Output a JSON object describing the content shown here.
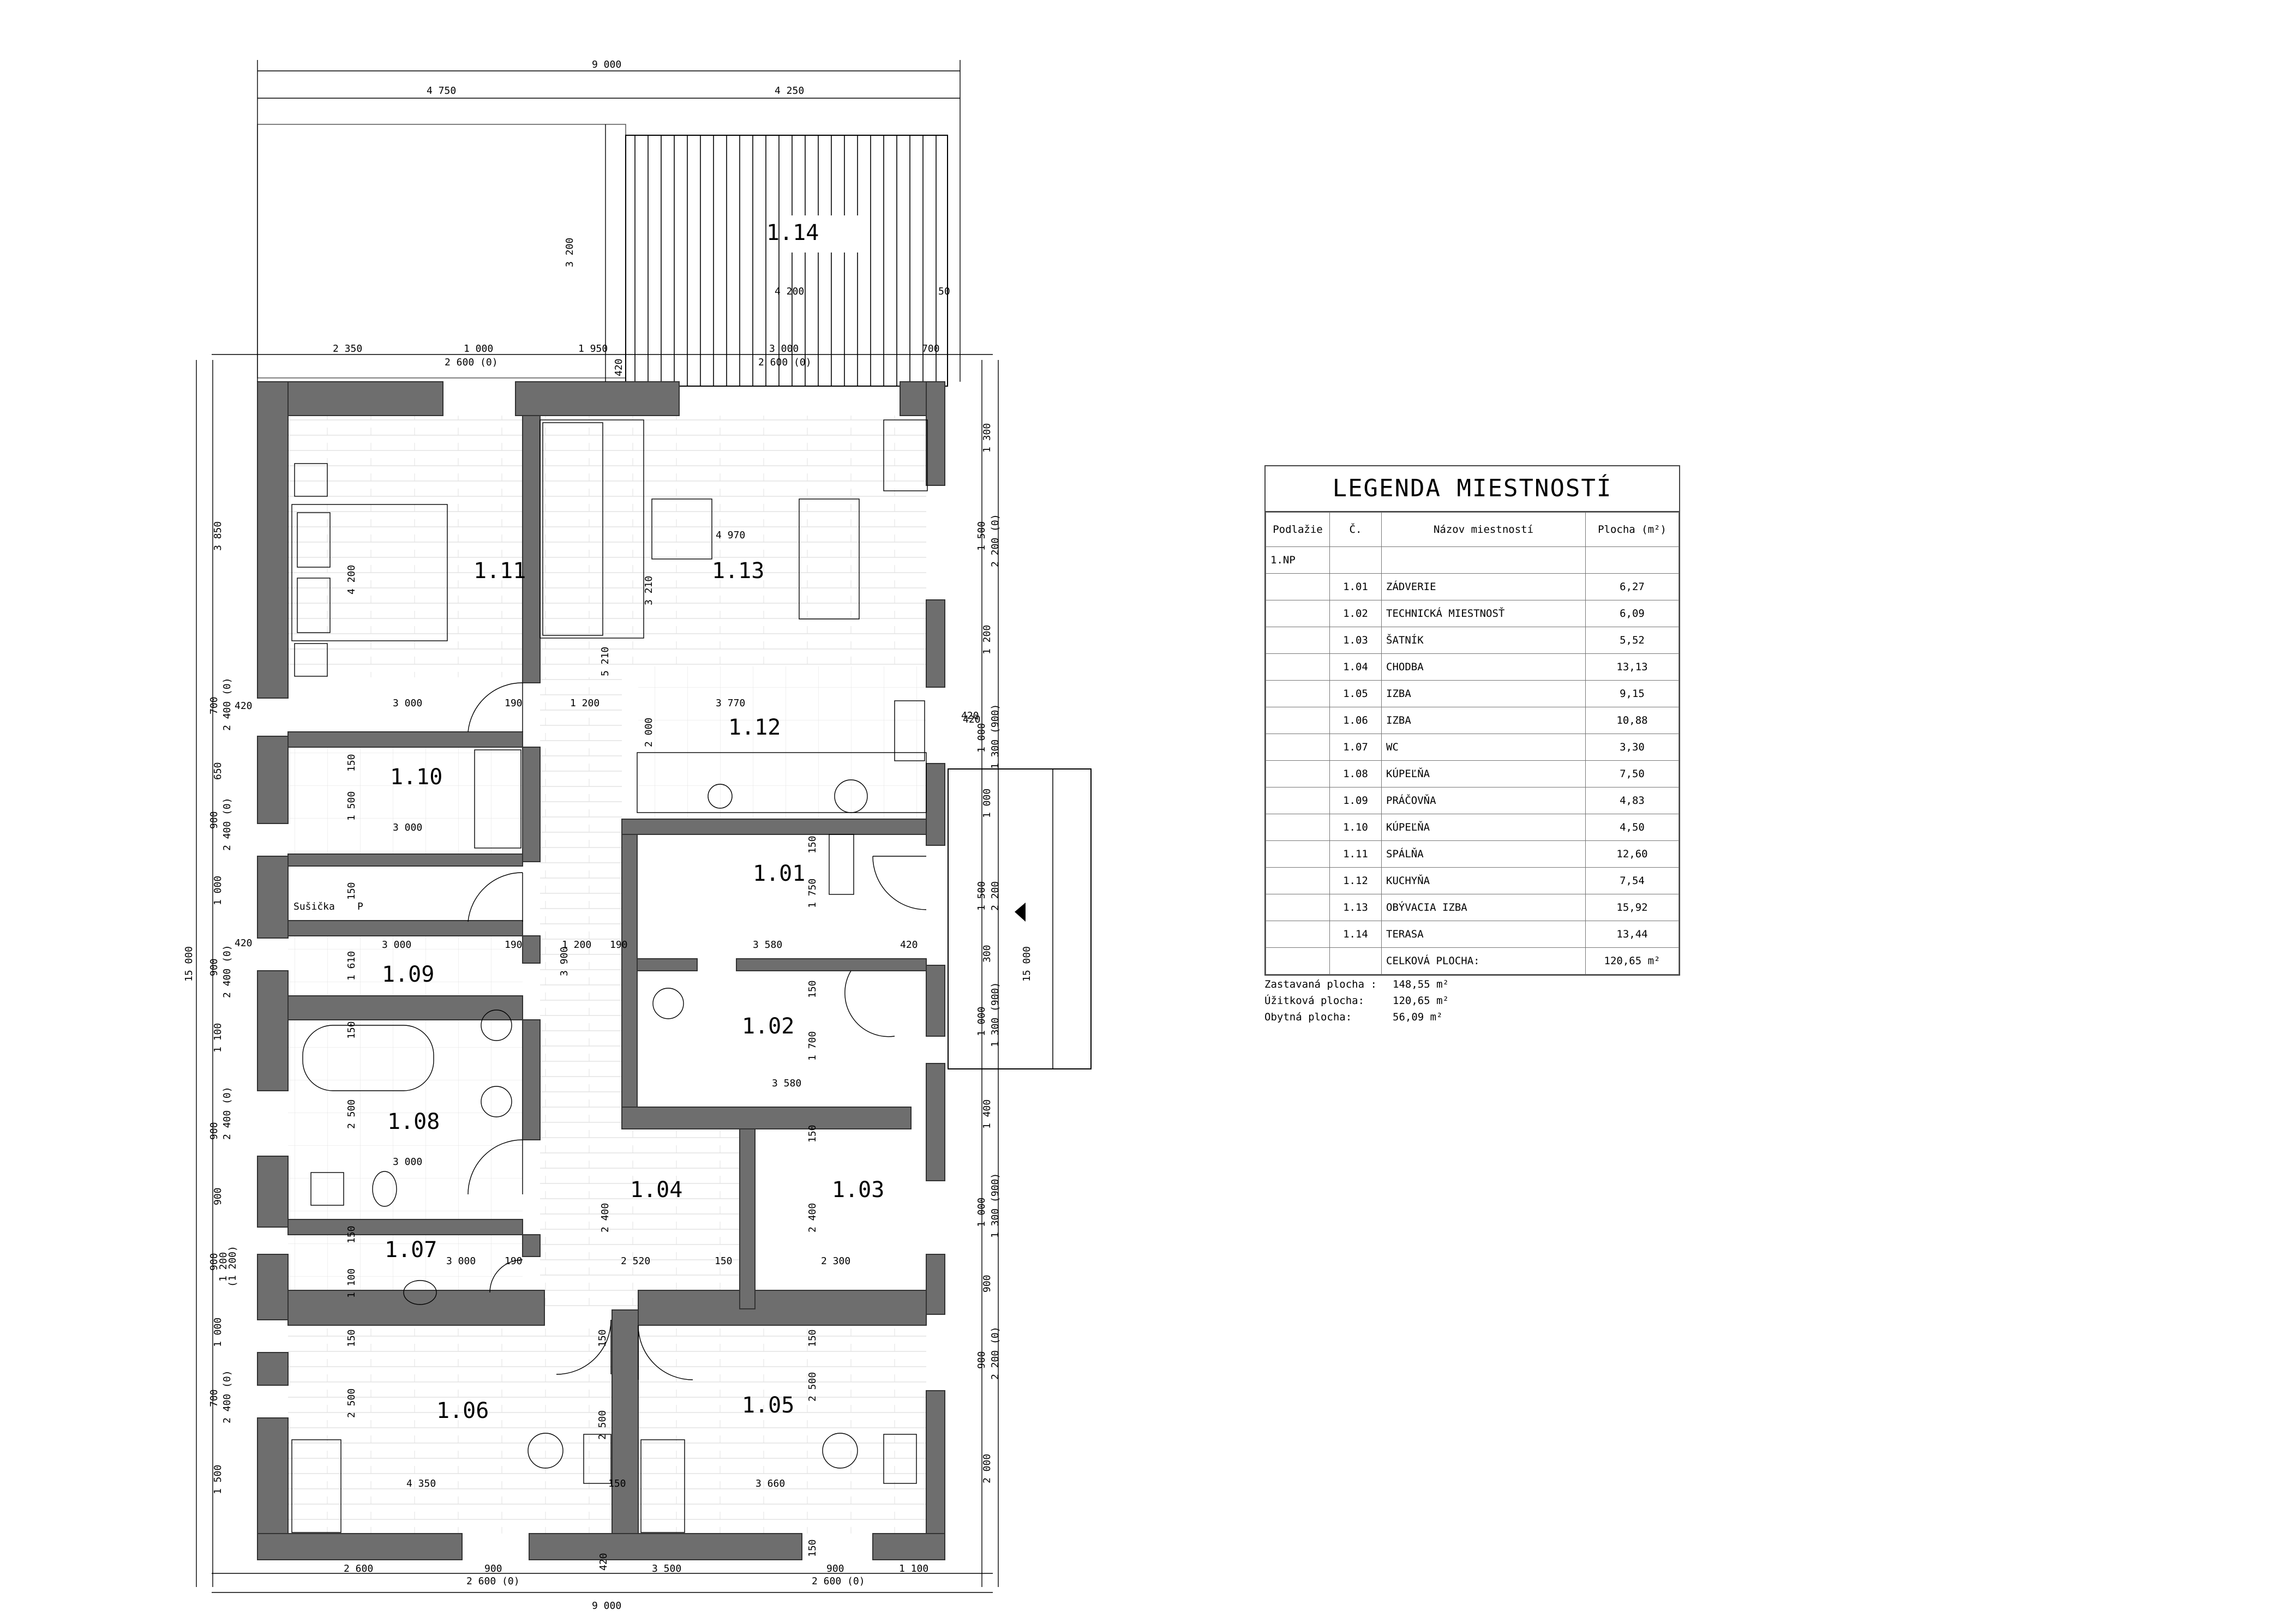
{
  "legend": {
    "title": "LEGENDA MIESTNOSTÍ",
    "headers": {
      "floor": "Podlažie",
      "number": "Č.",
      "name": "Názov miestností",
      "area": "Plocha (m²)"
    },
    "floor_label": "1.NP",
    "rooms": [
      {
        "no": "1.01",
        "name": "ZÁDVERIE",
        "area": "6,27"
      },
      {
        "no": "1.02",
        "name": "TECHNICKÁ MIESTNOSŤ",
        "area": "6,09"
      },
      {
        "no": "1.03",
        "name": "ŠATNÍK",
        "area": "5,52"
      },
      {
        "no": "1.04",
        "name": "CHODBA",
        "area": "13,13"
      },
      {
        "no": "1.05",
        "name": "IZBA",
        "area": "9,15"
      },
      {
        "no": "1.06",
        "name": "IZBA",
        "area": "10,88"
      },
      {
        "no": "1.07",
        "name": "WC",
        "area": "3,30"
      },
      {
        "no": "1.08",
        "name": "KÚPEĽŇA",
        "area": "7,50"
      },
      {
        "no": "1.09",
        "name": "PRÁČOVŇA",
        "area": "4,83"
      },
      {
        "no": "1.10",
        "name": "KÚPEĽŇA",
        "area": "4,50"
      },
      {
        "no": "1.11",
        "name": "SPÁLŇA",
        "area": "12,60"
      },
      {
        "no": "1.12",
        "name": "KUCHYŇA",
        "area": "7,54"
      },
      {
        "no": "1.13",
        "name": "OBÝVACIA IZBA",
        "area": "15,92"
      },
      {
        "no": "1.14",
        "name": "TERASA",
        "area": "13,44"
      }
    ],
    "total_label": "CELKOVÁ PLOCHA:",
    "total_area": "120,65 m²"
  },
  "summary": [
    {
      "label": "Zastavaná plocha :",
      "value": "148,55 m²"
    },
    {
      "label": "Úžitková plocha:",
      "value": "120,65 m²"
    },
    {
      "label": "Obytná plocha:",
      "value": "56,09 m²"
    }
  ],
  "plan": {
    "room_labels": [
      "1.01",
      "1.02",
      "1.03",
      "1.04",
      "1.05",
      "1.06",
      "1.07",
      "1.08",
      "1.09",
      "1.10",
      "1.11",
      "1.12",
      "1.13",
      "1.14"
    ],
    "appliance_label": "Sušička",
    "appliance_mark": "P",
    "dims": {
      "top_total": "9 000",
      "top_left": "4 750",
      "top_right": "4 250",
      "terrace_depth": "3 200",
      "terrace_width": "4 200",
      "terrace_gap": "50",
      "top_seg_1": "2 350",
      "top_seg_2": "1 000",
      "top_seg_2b": "2 600 (0)",
      "top_seg_3": "1 950",
      "top_seg_4": "3 000",
      "top_seg_4b": "2 600 (0)",
      "top_seg_5": "700",
      "top_wall": "420",
      "bottom_total": "9 000",
      "bottom_seg_1": "2 600",
      "bottom_seg_2": "900",
      "bottom_seg_2b": "2 600 (0)",
      "bottom_seg_3": "3 500",
      "bottom_seg_4": "900",
      "bottom_seg_4b": "2 600 (0)",
      "bottom_seg_5": "1 100",
      "bottom_wall": "420",
      "left_total": "15 000",
      "right_total": "15 000",
      "l_1": "3 850",
      "l_2": "700",
      "l_2b": "2 400 (0)",
      "l_3": "650",
      "l_4": "900",
      "l_4b": "2 400 (0)",
      "l_5": "1 000",
      "l_6": "900",
      "l_6b": "2 400 (0)",
      "l_7": "1 100",
      "l_8": "900",
      "l_8b": "2 400 (0)",
      "l_9": "900",
      "l_10": "900",
      "l_10b": "1 200",
      "l_10c": "(1 200)",
      "l_11": "1 000",
      "l_12": "700",
      "l_12b": "2 400 (0)",
      "l_13": "1 500",
      "l_420a": "420",
      "l_420b": "420",
      "r_1": "1 300",
      "r_2": "1 500",
      "r_2b": "2 200 (0)",
      "r_3": "1 200",
      "r_420": "420",
      "r_4": "1 000",
      "r_4b": "1 300 (900)",
      "r_5": "1 000",
      "r_6": "1 500",
      "r_6b": "2 200",
      "r_7": "300",
      "r_8": "1 000",
      "r_8b": "1 300 (900)",
      "r_9": "1 400",
      "r_10": "1 000",
      "r_10b": "1 300 (900)",
      "r_11": "900",
      "r_12": "900",
      "r_12b": "2 200 (0)",
      "r_13": "2 000",
      "i_4200": "4 200",
      "i_3000a": "3 000",
      "i_190a": "190",
      "i_1200a": "1 200",
      "i_5210": "5 210",
      "i_4970": "4 970",
      "i_3210": "3 210",
      "i_3770": "3 770",
      "i_2000a": "2 000",
      "i_420c": "420",
      "i_150a": "150",
      "i_1500": "1 500",
      "i_3000b": "3 000",
      "i_150b": "150",
      "i_150c": "150",
      "i_1750": "1 750",
      "i_3580a": "3 580",
      "i_420d": "420",
      "i_1610": "1 610",
      "i_3000c": "3 000",
      "i_190b": "190",
      "i_1200b": "1 200",
      "i_190c": "190",
      "i_3900": "3 900",
      "i_150d": "150",
      "i_1700": "1 700",
      "i_3580b": "3 580",
      "i_150e": "150",
      "i_2500a": "2 500",
      "i_3000d": "3 000",
      "i_150f": "150",
      "i_2400a": "2 400",
      "i_2400b": "2 400",
      "i_150g": "150",
      "i_1100": "1 100",
      "i_3000e": "3 000",
      "i_190d": "190",
      "i_2520": "2 520",
      "i_150h": "150",
      "i_2300": "2 300",
      "i_150i": "150",
      "i_150j": "150",
      "i_2500b": "2 500",
      "i_2500c": "2 500",
      "i_2500d": "2 500",
      "i_150k": "150",
      "i_4350": "4 350",
      "i_150l": "150",
      "i_3660": "3 660",
      "i_150m": "150"
    }
  }
}
